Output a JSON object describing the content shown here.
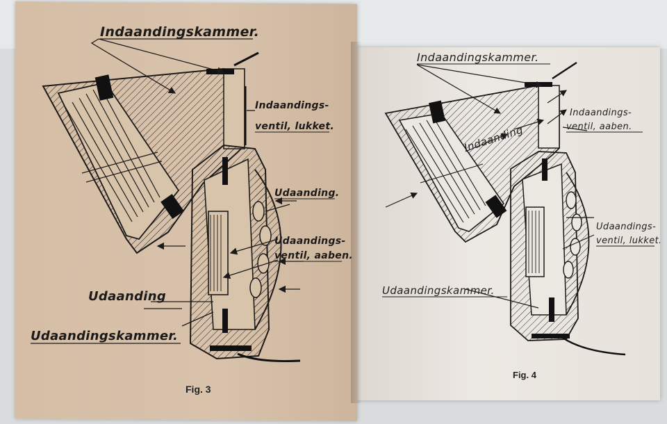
{
  "figure3": {
    "caption": "Fig. 3",
    "labels": {
      "top_chamber": "Indaandingskammer.",
      "valve_closed_line1": "Indaandings-",
      "valve_closed_line2": "ventil, lukket.",
      "exhale": "Udaanding.",
      "valve_open_line1": "Udaandings-",
      "valve_open_line2": "ventil, aaben.",
      "exhale_left": "Udaanding",
      "exhale_chamber": "Udaandingskammer."
    }
  },
  "figure4": {
    "caption": "Fig. 4",
    "labels": {
      "top_chamber": "Indaandingskammer.",
      "valve_open_line1": "Indaandings-",
      "valve_open_line2": "ventil, aaben.",
      "inhale": "Indaanding",
      "valve_closed_line1": "Udaandings-",
      "valve_closed_line2": "ventil, lukket.",
      "exhale_chamber": "Udaandingskammer."
    }
  }
}
